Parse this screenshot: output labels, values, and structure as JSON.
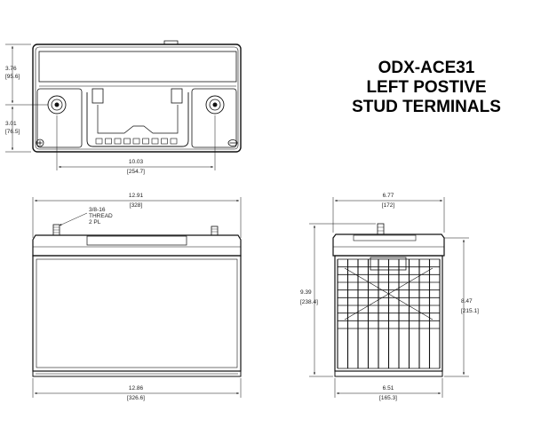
{
  "title": {
    "line1": "ODX-ACE31",
    "line2": "LEFT POSTIVE",
    "line3": "STUD TERMINALS"
  },
  "top_view": {
    "height_upper": {
      "in": "3.76",
      "mm": "[95.6]"
    },
    "height_lower": {
      "in": "3.01",
      "mm": "[76.5]"
    },
    "terminal_spacing": {
      "in": "10.03",
      "mm": "[254.7]"
    }
  },
  "side_view": {
    "top_length": {
      "in": "12.91",
      "mm": "[328]"
    },
    "thread_note": {
      "line1": "3/8-16",
      "line2": "THREAD",
      "line3": "2 PL"
    },
    "bottom_length": {
      "in": "12.86",
      "mm": "[326.6]"
    }
  },
  "end_view": {
    "top_width": {
      "in": "6.77",
      "mm": "[172]"
    },
    "total_height": {
      "in": "9.39",
      "mm": "[238.4]"
    },
    "case_height": {
      "in": "8.47",
      "mm": "[215.1]"
    },
    "bottom_width": {
      "in": "6.51",
      "mm": "[165.3]"
    }
  },
  "colors": {
    "line": "#111111",
    "text": "#000000",
    "background": "#ffffff"
  }
}
